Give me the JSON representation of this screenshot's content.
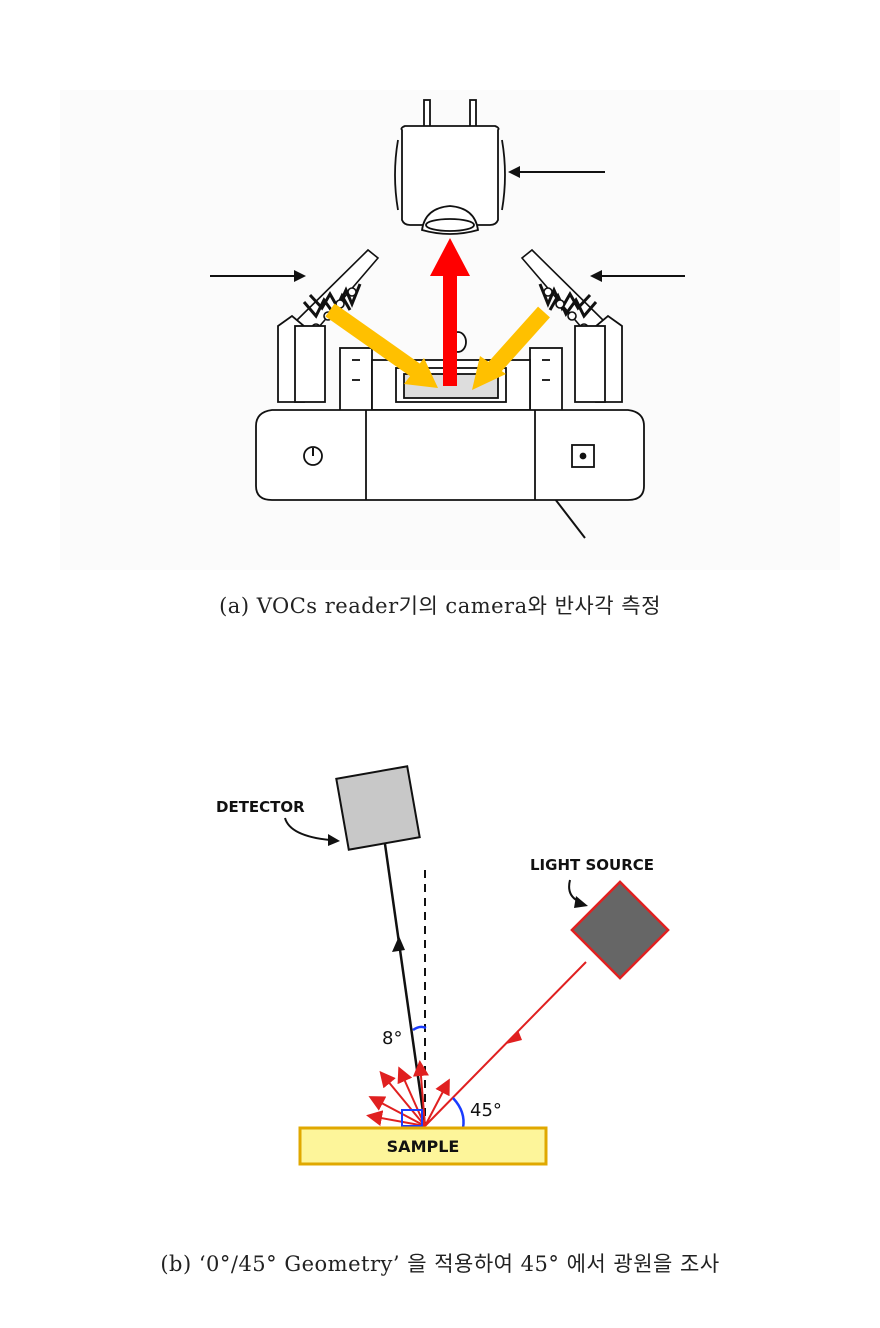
{
  "figure_a": {
    "caption": "(a) VOCs reader기의 camera와 반사각 측정"
  },
  "figure_b": {
    "caption": "(b)  ‘0°/45° Geometry’ 을 적용하여  45° 에서 광원을 조사",
    "labels": {
      "detector": "DETECTOR",
      "light_source": "LIGHT SOURCE",
      "sample": "SAMPLE",
      "angle_8": "8°",
      "angle_45": "45°"
    },
    "colors": {
      "sample_fill": "#fdf59a",
      "sample_border": "#e0a800",
      "detector_fill": "#c8c8c8",
      "light_fill": "#666666",
      "light_border": "#e02020",
      "ray_red": "#e02020",
      "angle_blue": "#1a3cff"
    }
  },
  "colors": {
    "yellow_arrow": "#ffc000",
    "red_arrow": "#ff0000"
  }
}
